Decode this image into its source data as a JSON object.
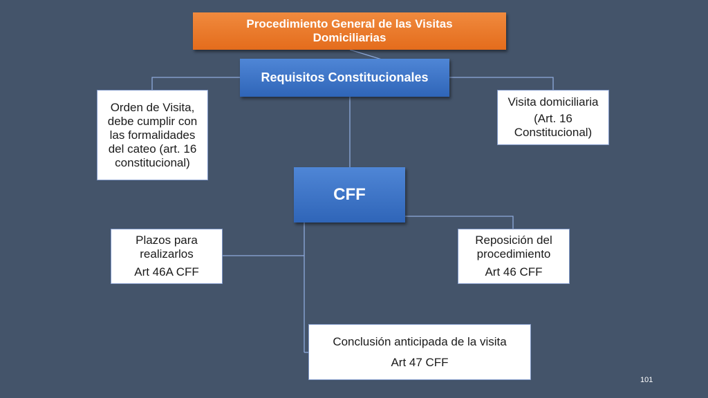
{
  "diagram": {
    "title": "Procedimiento General de las Visitas Domiciliarias",
    "requisitos": "Requisitos Constitucionales",
    "orden_visita": "Orden de Visita, debe cumplir con las formalidades del cateo (art. 16 constitucional)",
    "visita_domiciliaria": {
      "line1": "Visita domiciliaria",
      "line2": "(Art. 16 Constitucional)"
    },
    "cff": "CFF",
    "plazos": {
      "line1": "Plazos para realizarlos",
      "line2": "Art 46A CFF"
    },
    "reposicion": {
      "line1": "Reposición del procedimiento",
      "line2": "Art 46 CFF"
    },
    "conclusion": {
      "line1": "Conclusión anticipada de la visita",
      "line2": "Art 47 CFF"
    }
  },
  "colors": {
    "background": "#44546a",
    "title_fill": "#e8732a",
    "blue_fill": "#3b73c6",
    "connector": "#8faadc"
  },
  "page_number": "101"
}
